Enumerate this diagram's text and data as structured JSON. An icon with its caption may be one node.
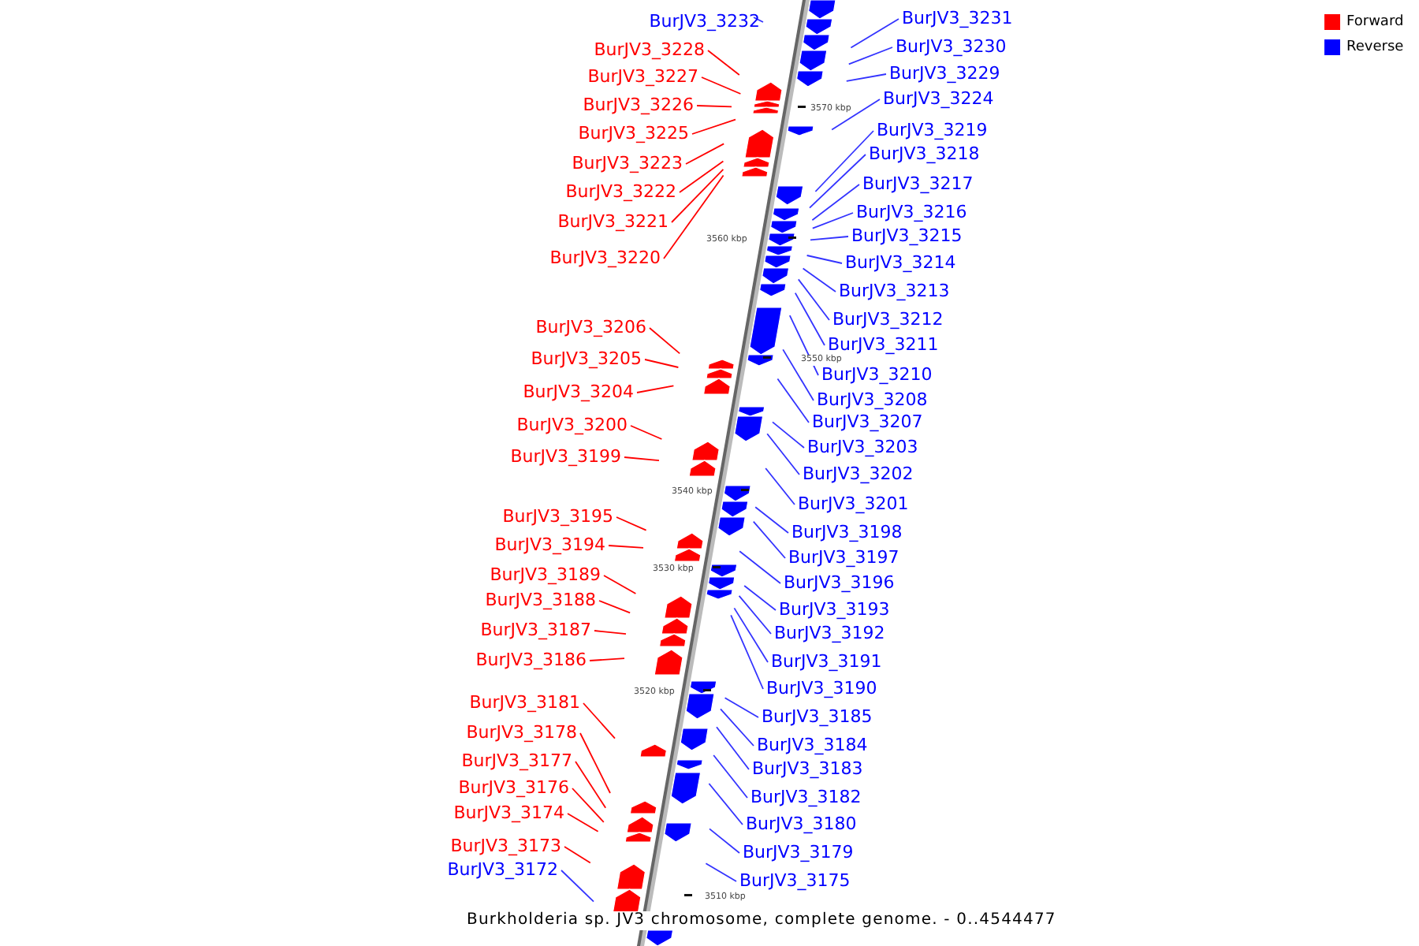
{
  "diagram": {
    "caption": "Burkholderia sp. JV3 chromosome, complete genome. - 0..4544477",
    "nodes": [
      {
        "text": [
          "BurJV3_3232"
        ]
      },
      {
        "text": [
          "BurJV3_3228"
        ]
      },
      {
        "text": [
          "BurJV3_3227"
        ]
      },
      {
        "text": [
          "BurJV3_3226"
        ]
      },
      {
        "text": [
          "BurJV3_3225"
        ]
      },
      {
        "text": [
          "BurJV3_3223"
        ]
      },
      {
        "text": [
          "BurJV3_3222"
        ]
      },
      {
        "text": [
          "BurJV3_3221"
        ]
      },
      {
        "text": [
          "BurJV3_3220"
        ]
      },
      {
        "text": [
          "BurJV3_3206"
        ]
      },
      {
        "text": [
          "BurJV3_3205"
        ]
      },
      {
        "text": [
          "BurJV3_3204"
        ]
      },
      {
        "text": [
          "BurJV3_3200"
        ]
      },
      {
        "text": [
          "BurJV3_3199"
        ]
      },
      {
        "text": [
          "BurJV3_3195"
        ]
      },
      {
        "text": [
          "BurJV3_3194"
        ]
      },
      {
        "text": [
          "BurJV3_3189"
        ]
      },
      {
        "text": [
          "BurJV3_3188"
        ]
      },
      {
        "text": [
          "BurJV3_3187"
        ]
      },
      {
        "text": [
          "BurJV3_3186"
        ]
      },
      {
        "text": [
          "BurJV3_3181"
        ]
      },
      {
        "text": [
          "BurJV3_3178"
        ]
      },
      {
        "text": [
          "BurJV3_3177"
        ]
      },
      {
        "text": [
          "BurJV3_3176"
        ]
      },
      {
        "text": [
          "BurJV3_3174"
        ]
      },
      {
        "text": [
          "BurJV3_3173"
        ]
      },
      {
        "text": [
          "BurJV3_3172"
        ]
      },
      {
        "text": [
          "BurJV3_3231"
        ]
      },
      {
        "text": [
          "BurJV3_3230"
        ]
      },
      {
        "text": [
          "BurJV3_3229"
        ]
      },
      {
        "text": [
          "BurJV3_3224"
        ]
      },
      {
        "text": [
          "BurJV3_3219"
        ]
      },
      {
        "text": [
          "BurJV3_3218"
        ]
      },
      {
        "text": [
          "BurJV3_3217"
        ]
      },
      {
        "text": [
          "BurJV3_3216"
        ]
      },
      {
        "text": [
          "BurJV3_3215"
        ]
      },
      {
        "text": [
          "BurJV3_3214"
        ]
      },
      {
        "text": [
          "BurJV3_3213"
        ]
      },
      {
        "text": [
          "BurJV3_3212"
        ]
      },
      {
        "text": [
          "BurJV3_3211"
        ]
      },
      {
        "text": [
          "BurJV3_3210"
        ]
      },
      {
        "text": [
          "BurJV3_3208"
        ]
      },
      {
        "text": [
          "BurJV3_3207"
        ]
      },
      {
        "text": [
          "BurJV3_3203"
        ]
      },
      {
        "text": [
          "BurJV3_3202"
        ]
      },
      {
        "text": [
          "BurJV3_3201"
        ]
      },
      {
        "text": [
          "BurJV3_3198"
        ]
      },
      {
        "text": [
          "BurJV3_3197"
        ]
      },
      {
        "text": [
          "BurJV3_3196"
        ]
      },
      {
        "text": [
          "BurJV3_3193"
        ]
      },
      {
        "text": [
          "BurJV3_3192"
        ]
      },
      {
        "text": [
          "BurJV3_3191"
        ]
      },
      {
        "text": [
          "BurJV3_3190"
        ]
      },
      {
        "text": [
          "BurJV3_3185"
        ]
      },
      {
        "text": [
          "BurJV3_3184"
        ]
      },
      {
        "text": [
          "BurJV3_3183"
        ]
      },
      {
        "text": [
          "BurJV3_3182"
        ]
      },
      {
        "text": [
          "BurJV3_3180"
        ]
      },
      {
        "text": [
          "BurJV3_3179"
        ]
      },
      {
        "text": [
          "BurJV3_3175"
        ]
      }
    ],
    "edges": [
      {
        "from": 0,
        "to": null,
        "arrow": "none"
      },
      {
        "from": 1,
        "to": null,
        "arrow": "none",
        "color": "#ff0000"
      },
      {
        "from": 2,
        "to": null,
        "arrow": "none",
        "color": "#ff0000"
      },
      {
        "from": 3,
        "to": null,
        "arrow": "none",
        "color": "#ff0000"
      },
      {
        "from": 4,
        "to": null,
        "arrow": "none",
        "color": "#ff0000"
      },
      {
        "from": 5,
        "to": null,
        "arrow": "none",
        "color": "#ff0000"
      },
      {
        "from": 6,
        "to": null,
        "arrow": "none",
        "color": "#ff0000"
      },
      {
        "from": 7,
        "to": null,
        "arrow": "none",
        "color": "#ff0000"
      },
      {
        "from": 8,
        "to": null,
        "arrow": "none",
        "color": "#ff0000"
      },
      {
        "from": 9,
        "to": null,
        "arrow": "none",
        "color": "#ff0000"
      },
      {
        "from": 10,
        "to": null,
        "arrow": "none",
        "color": "#ff0000"
      },
      {
        "from": 11,
        "to": null,
        "arrow": "none",
        "color": "#ff0000"
      },
      {
        "from": 12,
        "to": null,
        "arrow": "none",
        "color": "#ff0000"
      },
      {
        "from": 13,
        "to": null,
        "arrow": "none",
        "color": "#ff0000"
      },
      {
        "from": 14,
        "to": null,
        "arrow": "none",
        "color": "#ff0000"
      },
      {
        "from": 15,
        "to": null,
        "arrow": "none",
        "color": "#ff0000"
      },
      {
        "from": 16,
        "to": null,
        "arrow": "none",
        "color": "#ff0000"
      },
      {
        "from": 17,
        "to": null,
        "arrow": "none",
        "color": "#ff0000"
      },
      {
        "from": 18,
        "to": null,
        "arrow": "none",
        "color": "#ff0000"
      },
      {
        "from": 19,
        "to": null,
        "arrow": "none",
        "color": "#ff0000"
      },
      {
        "from": 20,
        "to": null,
        "arrow": "none",
        "color": "#ff0000"
      },
      {
        "from": 21,
        "to": null,
        "arrow": "none",
        "color": "#ff0000"
      },
      {
        "from": 22,
        "to": null,
        "arrow": "none",
        "color": "#ff0000"
      },
      {
        "from": 23,
        "to": null,
        "arrow": "none",
        "color": "#ff0000"
      },
      {
        "from": 24,
        "to": null,
        "arrow": "none",
        "color": "#ff0000"
      },
      {
        "from": 25,
        "to": null,
        "arrow": "none",
        "color": "#ff0000"
      },
      {
        "from": 26,
        "to": null,
        "arrow": "none"
      },
      {
        "from": 27,
        "to": null,
        "arrow": "none"
      },
      {
        "from": 28,
        "to": null,
        "arrow": "none"
      },
      {
        "from": 29,
        "to": null,
        "arrow": "none"
      },
      {
        "from": 30,
        "to": null,
        "arrow": "none"
      },
      {
        "from": 31,
        "to": null,
        "arrow": "none"
      },
      {
        "from": 32,
        "to": null,
        "arrow": "none"
      },
      {
        "from": 33,
        "to": null,
        "arrow": "none"
      },
      {
        "from": 34,
        "to": null,
        "arrow": "none"
      },
      {
        "from": 35,
        "to": null,
        "arrow": "none"
      },
      {
        "from": 36,
        "to": null,
        "arrow": "none"
      },
      {
        "from": 37,
        "to": null,
        "arrow": "none"
      },
      {
        "from": 38,
        "to": null,
        "arrow": "none"
      },
      {
        "from": 39,
        "to": null,
        "arrow": "none"
      },
      {
        "from": 40,
        "to": null,
        "arrow": "none"
      },
      {
        "from": 41,
        "to": null,
        "arrow": "none"
      },
      {
        "from": 42,
        "to": null,
        "arrow": "none"
      },
      {
        "from": 43,
        "to": null,
        "arrow": "none"
      },
      {
        "from": 44,
        "to": null,
        "arrow": "none"
      },
      {
        "from": 45,
        "to": null,
        "arrow": "none"
      },
      {
        "from": 46,
        "to": null,
        "arrow": "none"
      },
      {
        "from": 47,
        "to": null,
        "arrow": "none"
      },
      {
        "from": 48,
        "to": null,
        "arrow": "none"
      },
      {
        "from": 49,
        "to": null,
        "arrow": "none"
      },
      {
        "from": 50,
        "to": null,
        "arrow": "none"
      },
      {
        "from": 51,
        "to": null,
        "arrow": "none"
      },
      {
        "from": 52,
        "to": null,
        "arrow": "none"
      },
      {
        "from": 53,
        "to": null,
        "arrow": "none"
      },
      {
        "from": 54,
        "to": null,
        "arrow": "none"
      },
      {
        "from": 55,
        "to": null,
        "arrow": "none"
      },
      {
        "from": 56,
        "to": null,
        "arrow": "none"
      },
      {
        "from": 57,
        "to": null,
        "arrow": "none"
      },
      {
        "from": 58,
        "to": null,
        "arrow": "none"
      },
      {
        "from": 59,
        "to": null,
        "arrow": "none"
      }
    ],
    "labels": [
      "3570 kbp",
      "3560 kbp",
      "3550 kbp",
      "3540 kbp",
      "3530 kbp",
      "3520 kbp",
      "3510 kbp"
    ],
    "legend": [
      {
        "text": "Forward",
        "color": "#ff0000"
      },
      {
        "text": "Reverse",
        "color": "#0000ff"
      }
    ]
  }
}
